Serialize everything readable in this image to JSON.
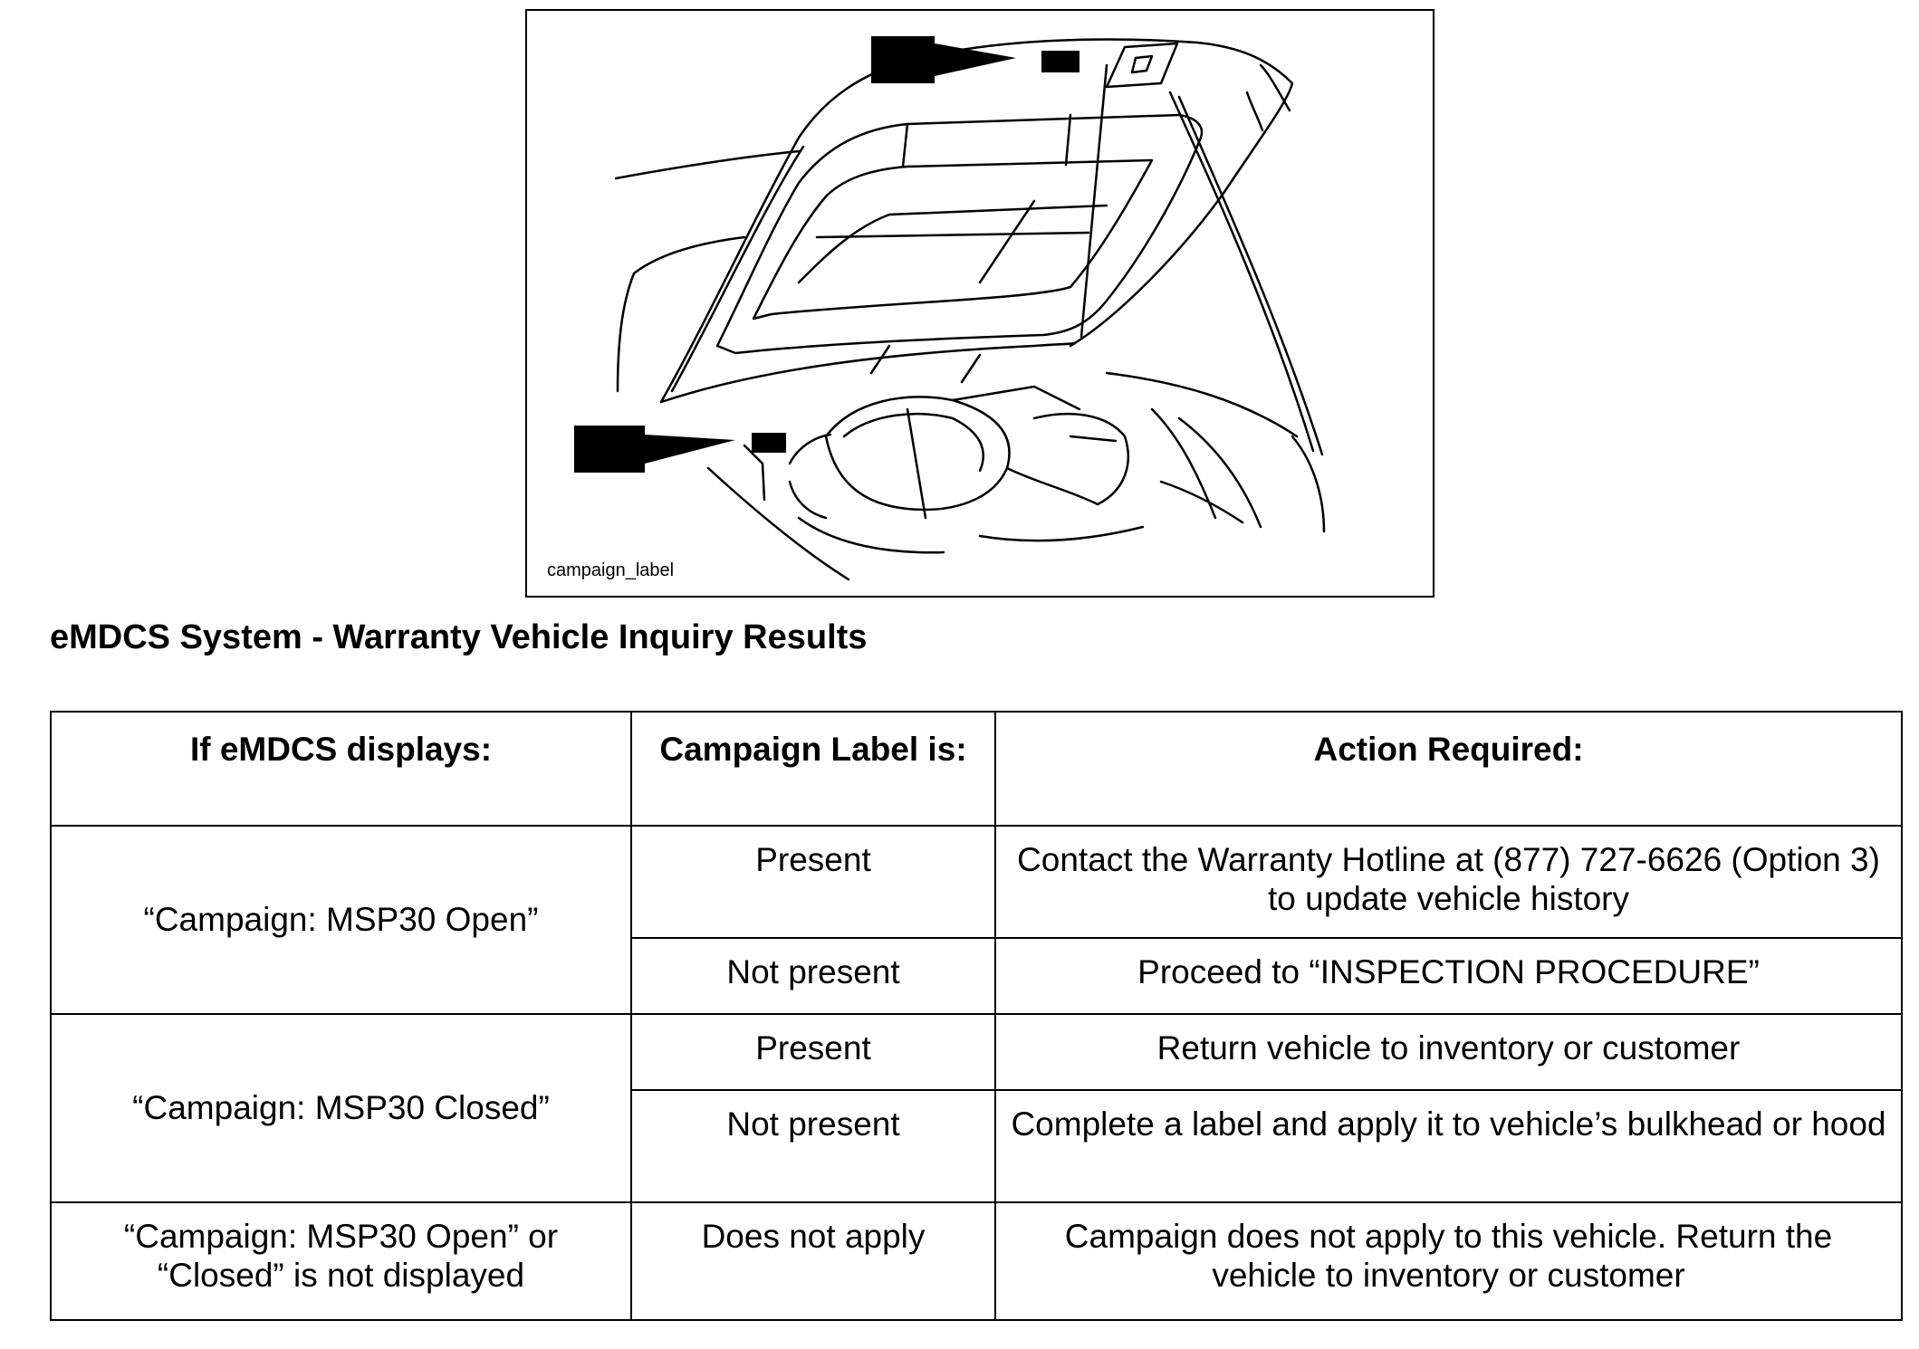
{
  "figure": {
    "caption": "campaign_label"
  },
  "title": "eMDCS System - Warranty Vehicle Inquiry Results",
  "table": {
    "headers": [
      "If eMDCS displays:",
      "Campaign Label is:",
      "Action Required:"
    ],
    "rows": [
      {
        "condition": "“Campaign: MSP30 Open”",
        "label": "Present",
        "action": "Contact the Warranty Hotline at (877) 727-6626 (Option 3) to update vehicle history"
      },
      {
        "condition": "“Campaign: MSP30 Open”",
        "label": "Not present",
        "action": "Proceed to “INSPECTION PROCEDURE”"
      },
      {
        "condition": "“Campaign: MSP30 Closed”",
        "label": "Present",
        "action": "Return vehicle to inventory or customer"
      },
      {
        "condition": "“Campaign: MSP30 Closed”",
        "label": "Not present",
        "action": "Complete a label and apply it to vehicle’s bulkhead or hood"
      },
      {
        "condition": "“Campaign: MSP30 Open” or “Closed” is not displayed",
        "label": "Does not apply",
        "action": "Campaign does not apply to this vehicle. Return the vehicle to inventory or customer"
      }
    ]
  }
}
